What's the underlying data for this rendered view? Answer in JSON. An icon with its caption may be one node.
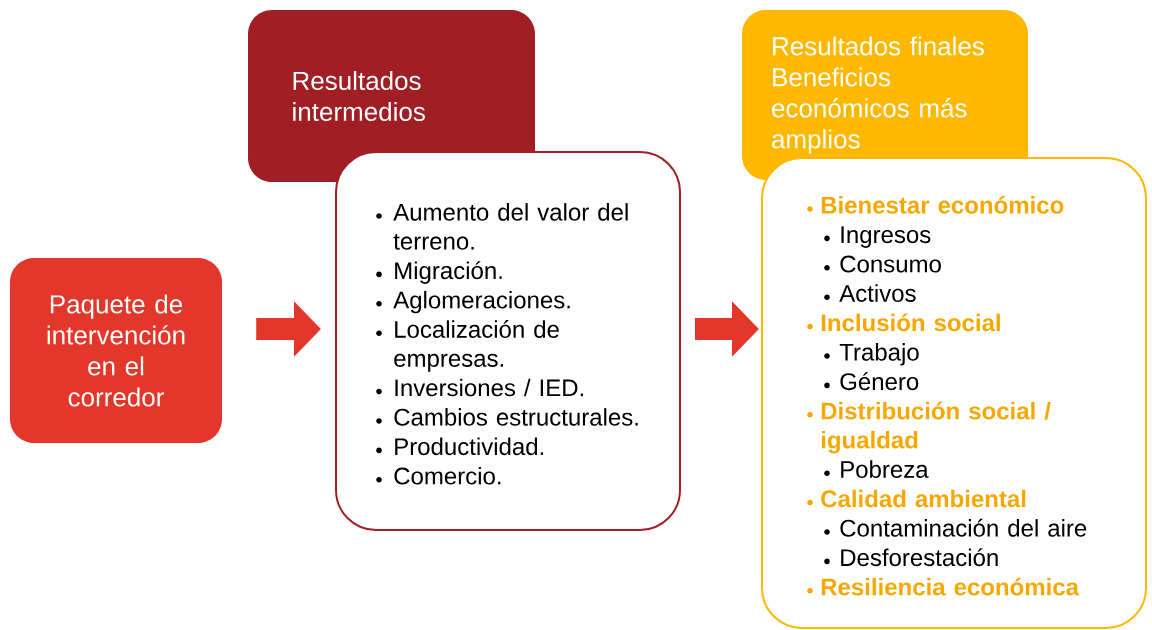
{
  "diagram": {
    "nodes": [
      {
        "text": [
          "Paquete de intervención en el corredor"
        ]
      },
      {
        "text": [
          "Resultados intermedios"
        ]
      },
      {
        "text": [
          "Aumento del valor del terreno.",
          "Migración.",
          "Aglomeraciones.",
          "Localización de empresas.",
          "Inversiones / IED.",
          "Cambios estructurales.",
          "Productividad.",
          "Comercio."
        ]
      },
      {
        "text": [
          "Resultados finales",
          "Beneficios económicos más amplios"
        ]
      },
      {
        "text": [],
        "shape": "box"
      },
      {
        "text": [
          "Bienestar económico",
          "Ingresos",
          "Consumo",
          "Activos"
        ],
        "in": 4
      },
      {
        "text": [
          "Inclusión social",
          "Trabajo",
          "Género"
        ],
        "in": 4
      },
      {
        "text": [
          "Distribución social / igualdad",
          "Pobreza"
        ],
        "in": 4
      },
      {
        "text": [
          "Calidad ambiental",
          "Contaminación del aire",
          "Desforestación"
        ],
        "in": 4
      },
      {
        "text": [
          "Resiliencia económica"
        ],
        "in": 4
      }
    ],
    "edges": [
      {
        "from": 0,
        "to": 2,
        "arrow": "to"
      },
      {
        "from": 2,
        "to": 4,
        "arrow": "to"
      }
    ]
  }
}
